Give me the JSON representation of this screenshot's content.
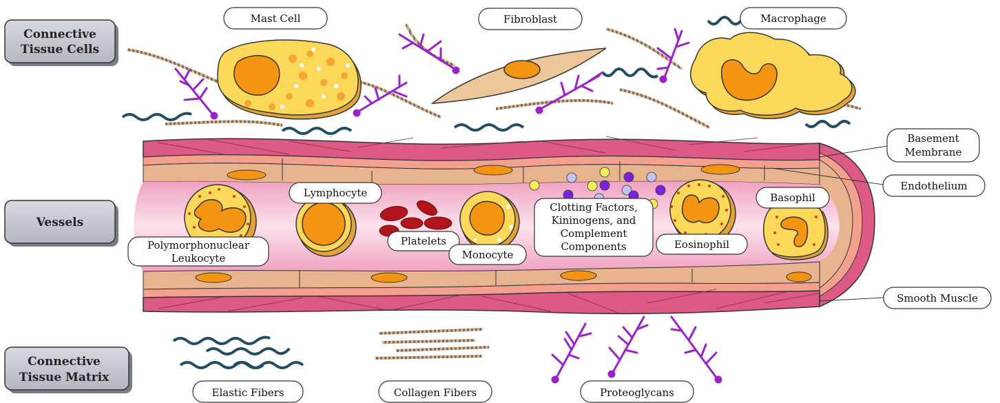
{
  "categories": {
    "connective_tissue_cells": [
      "Connective",
      "Tissue Cells"
    ],
    "vessels": [
      "Vessels"
    ],
    "connective_tissue_matrix": [
      "Connective",
      "Tissue Matrix"
    ]
  },
  "labels": {
    "mast_cell": "Mast Cell",
    "fibroblast": "Fibroblast",
    "macrophage": "Macrophage",
    "basement_membrane": [
      "Basement",
      "Membrane"
    ],
    "endothelium": "Endothelium",
    "smooth_muscle": "Smooth Muscle",
    "lymphocyte": "Lymphocyte",
    "basophil": "Basophil",
    "polymorphonuclear_leukocyte": [
      "Polymorphonuclear",
      "Leukocyte"
    ],
    "platelets": "Platelets",
    "monocyte": "Monocyte",
    "clotting_factors": [
      "Clotting Factors,",
      "Kininogens, and",
      "Complement",
      "Components"
    ],
    "eosinophil": "Eosinophil",
    "elastic_fibers": "Elastic Fibers",
    "collagen_fibers": "Collagen Fibers",
    "proteoglycans": "Proteoglycans"
  },
  "colors": {
    "vessel_outer": "#dd5a86",
    "vessel_inner_layer": "#f4a08f",
    "endothelium": "#e7b48f",
    "lumen": "#f9d0df",
    "cell_fill": "#fbd75a",
    "nucleus": "#f39412",
    "granule_red": "#c04a14",
    "platelet": "#b2141b",
    "elastic_fiber": "#224d62",
    "collagen_fiber": "#9b7a5a",
    "proteoglycan": "#9b22c9",
    "fibroblast": "#ecc79a",
    "factor_yellow": "#f7f05d",
    "factor_purple": "#7b22dd",
    "factor_lavender": "#c6c4ec",
    "side_box": "#c8c9d2"
  }
}
